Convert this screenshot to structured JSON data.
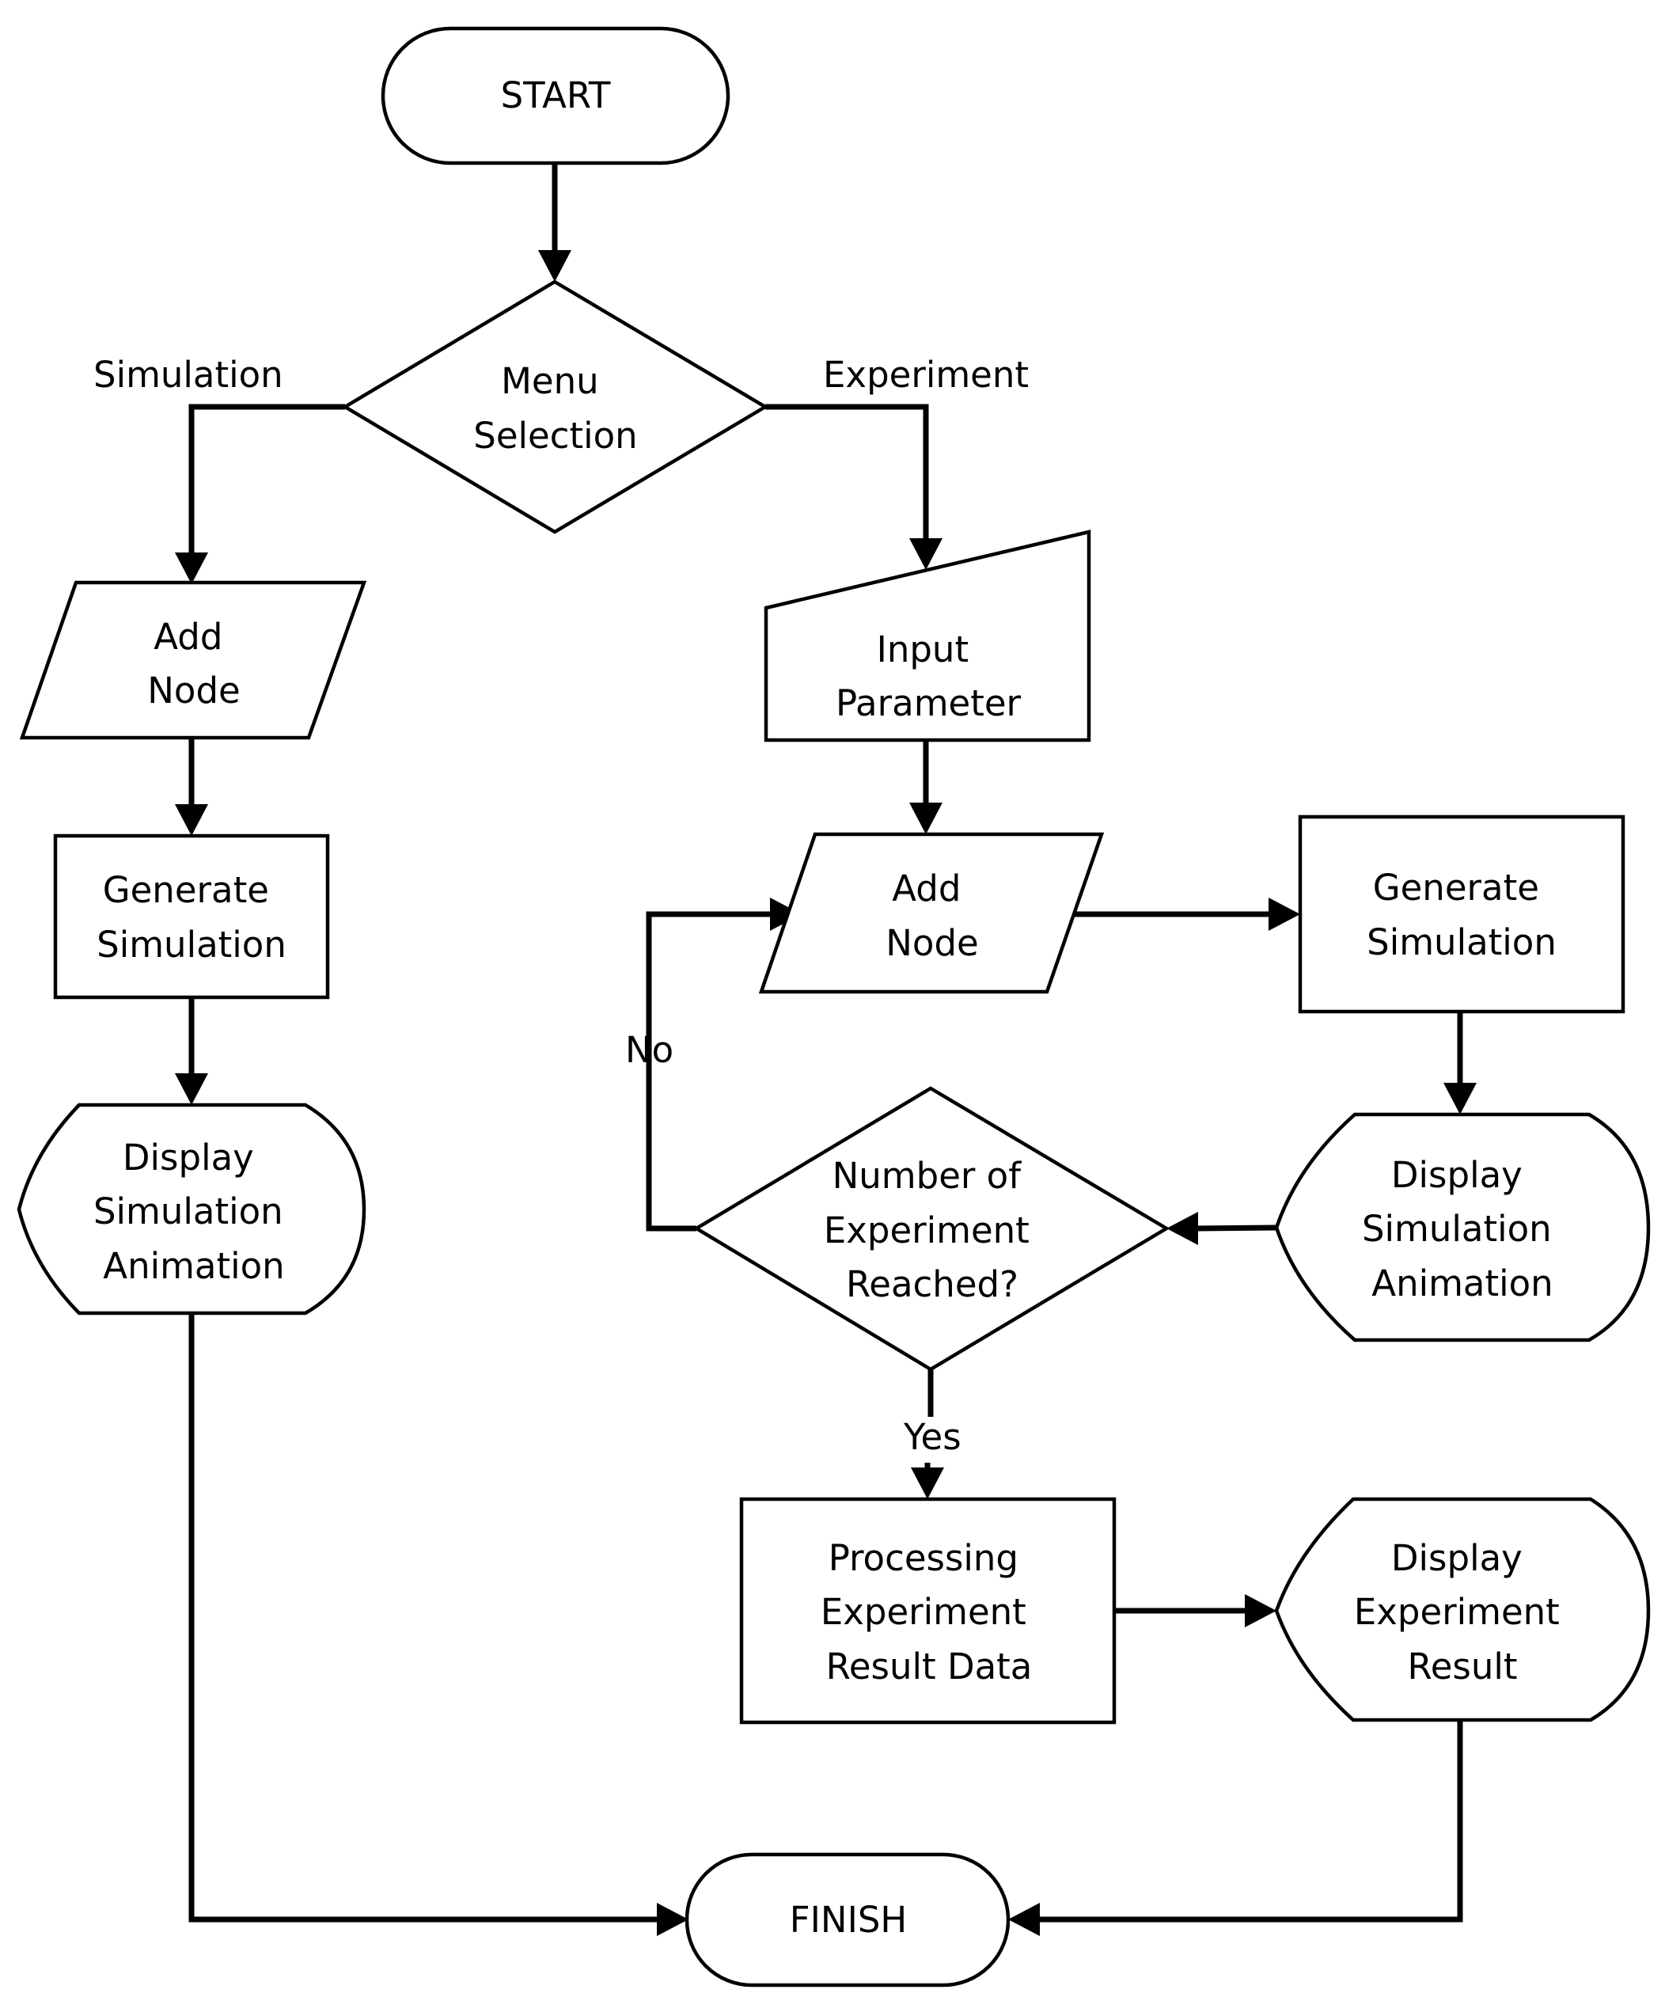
{
  "colors": {
    "background": "#ffffff",
    "stroke": "#000000",
    "text": "#000000"
  },
  "nodes": {
    "start": "START",
    "menu": [
      "Menu",
      "Selection"
    ],
    "sim_add_node": [
      "Add",
      "Node"
    ],
    "sim_generate": [
      "Generate",
      "Simulation"
    ],
    "sim_display": [
      "Display",
      "Simulation",
      "Animation"
    ],
    "input_param": [
      "Input",
      "Parameter"
    ],
    "exp_add_node": [
      "Add",
      "Node"
    ],
    "exp_generate": [
      "Generate",
      "Simulation"
    ],
    "exp_display": [
      "Display",
      "Simulation",
      "Animation"
    ],
    "decision": [
      "Number of",
      "Experiment",
      "Reached?"
    ],
    "processing": [
      "Processing",
      "Experiment",
      "Result Data"
    ],
    "display_result": [
      "Display",
      "Experiment",
      "Result"
    ],
    "finish": "FINISH"
  },
  "edge_labels": {
    "simulation": "Simulation",
    "experiment": "Experiment",
    "no": "No",
    "yes": "Yes"
  }
}
